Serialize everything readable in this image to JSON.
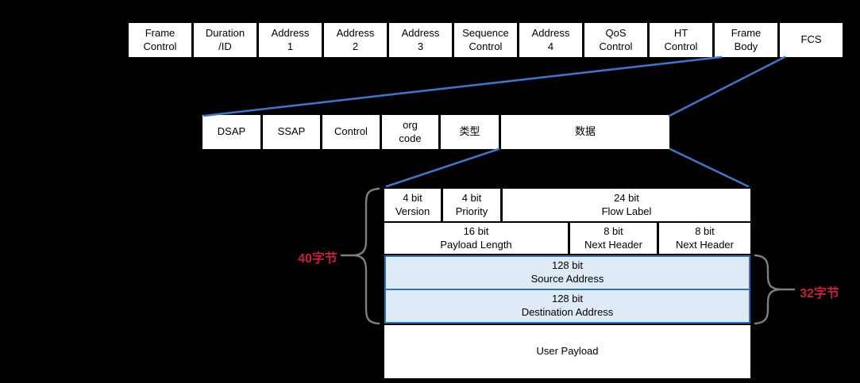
{
  "mac": {
    "cells": [
      "Frame\nControl",
      "Duration\n/ID",
      "Address\n1",
      "Address\n2",
      "Address\n3",
      "Sequence\nControl",
      "Address\n4",
      "QoS\nControl",
      "HT\nControl",
      "Frame\nBody",
      "FCS"
    ]
  },
  "llc": {
    "cells": [
      "DSAP",
      "SSAP",
      "Control",
      "org\ncode",
      "类型",
      "数据"
    ]
  },
  "ipv6": {
    "row1": [
      "4 bit\nVersion",
      "4 bit\nPriority",
      "24 bit\nFlow Label"
    ],
    "row2": [
      "16 bit\nPayload Length",
      "8 bit\nNext Header",
      "8 bit\nNext Header"
    ],
    "source": "128 bit\nSource Address",
    "destination": "128 bit\nDestination Address",
    "payload": "User Payload"
  },
  "annotations": {
    "left_bytes": "40字节",
    "right_bytes": "32字节"
  },
  "colors": {
    "background": "#000000",
    "box_fill": "#FFFFFF",
    "text": "#000000",
    "highlight_fill": "#DEEBF7",
    "highlight_border": "#2E75B6",
    "connector": "#4472C4",
    "brace": "#7F7F7F",
    "annotation_red": "#C9203A"
  }
}
